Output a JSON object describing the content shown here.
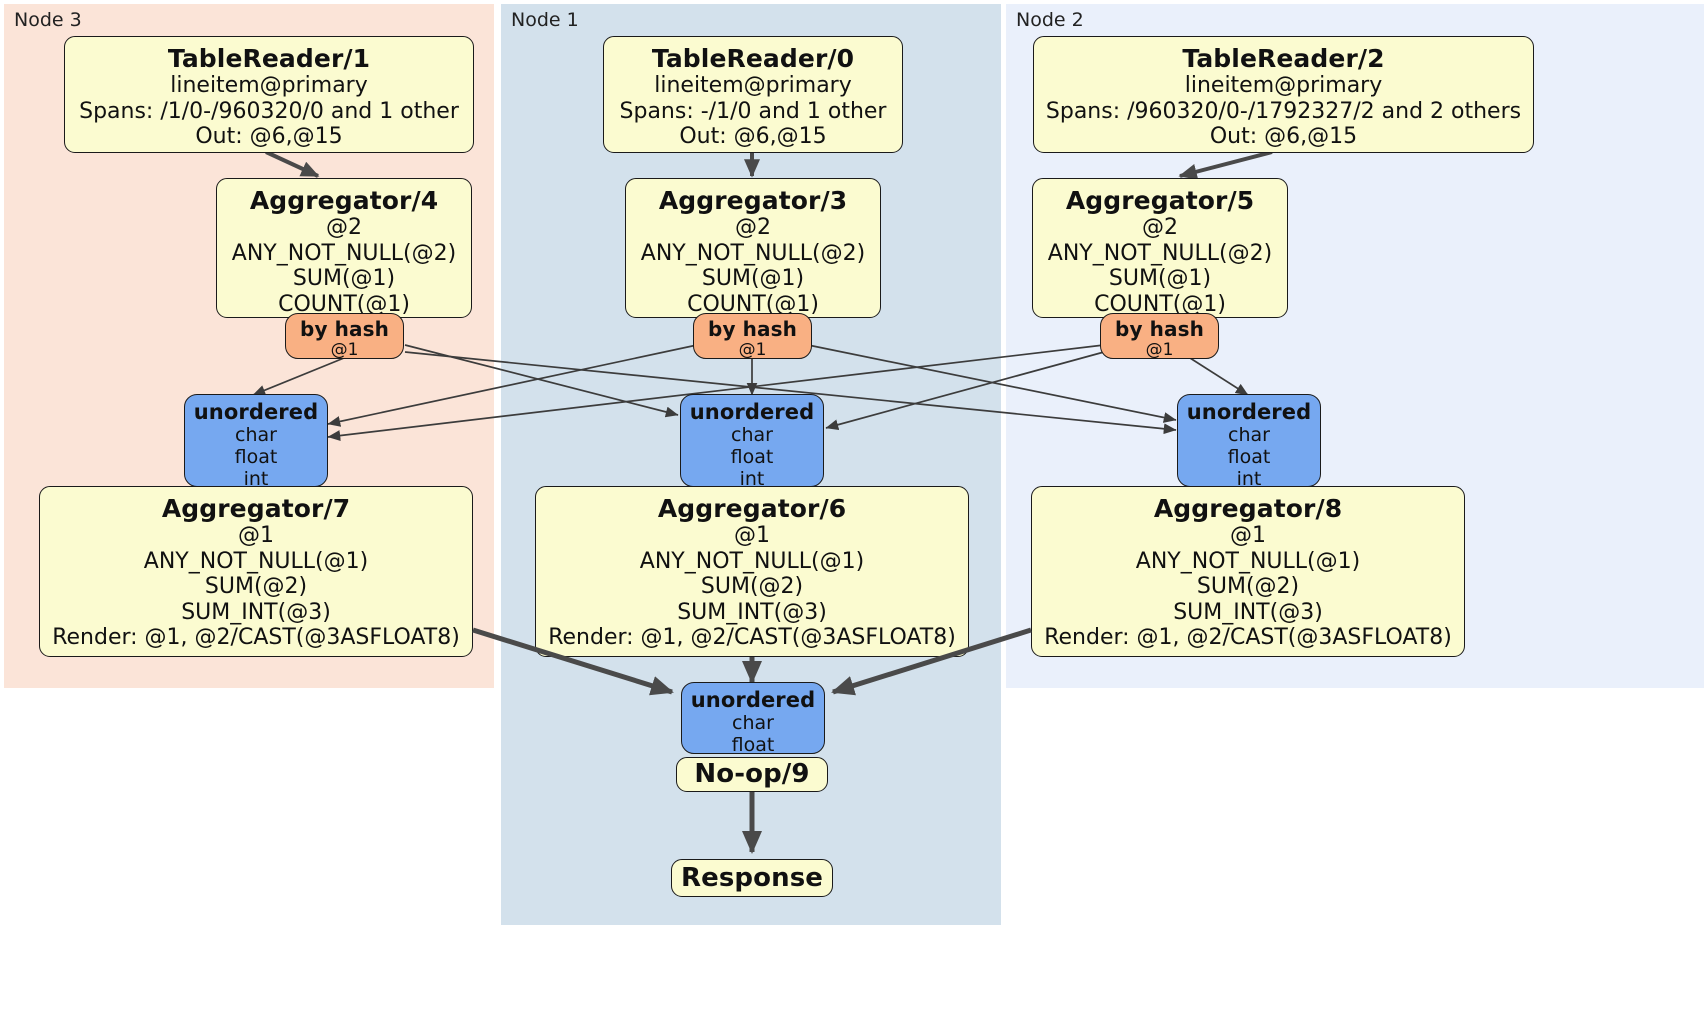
{
  "diagram": {
    "title": "Distributed query execution plan",
    "colors": {
      "node3_panel": "#fbe4d8",
      "node1_panel": "#d3e1ec",
      "node2_panel": "#eaf0fb",
      "processor_box": "#fbfbd0",
      "router_box": "#f9b083",
      "receiver_box": "#76a8f0",
      "edge": "#4a4a4a",
      "border": "#1a1a1a"
    }
  },
  "panels": [
    {
      "id": "node3",
      "label": "Node 3"
    },
    {
      "id": "node1",
      "label": "Node 1"
    },
    {
      "id": "node2",
      "label": "Node 2"
    }
  ],
  "processors": {
    "tablereader_1": {
      "title": "TableReader/1",
      "lines": [
        "lineitem@primary",
        "Spans: /1/0-/960320/0 and 1 other",
        "Out: @6,@15"
      ]
    },
    "tablereader_0": {
      "title": "TableReader/0",
      "lines": [
        "lineitem@primary",
        "Spans: -/1/0 and 1 other",
        "Out: @6,@15"
      ]
    },
    "tablereader_2": {
      "title": "TableReader/2",
      "lines": [
        "lineitem@primary",
        "Spans: /960320/0-/1792327/2 and 2 others",
        "Out: @6,@15"
      ]
    },
    "aggregator_4": {
      "title": "Aggregator/4",
      "lines": [
        "@2",
        "ANY_NOT_NULL(@2)",
        "SUM(@1)",
        "COUNT(@1)"
      ]
    },
    "aggregator_3": {
      "title": "Aggregator/3",
      "lines": [
        "@2",
        "ANY_NOT_NULL(@2)",
        "SUM(@1)",
        "COUNT(@1)"
      ]
    },
    "aggregator_5": {
      "title": "Aggregator/5",
      "lines": [
        "@2",
        "ANY_NOT_NULL(@2)",
        "SUM(@1)",
        "COUNT(@1)"
      ]
    },
    "aggregator_7": {
      "title": "Aggregator/7",
      "lines": [
        "@1",
        "ANY_NOT_NULL(@1)",
        "SUM(@2)",
        "SUM_INT(@3)",
        "Render: @1, @2/CAST(@3ASFLOAT8)"
      ]
    },
    "aggregator_6": {
      "title": "Aggregator/6",
      "lines": [
        "@1",
        "ANY_NOT_NULL(@1)",
        "SUM(@2)",
        "SUM_INT(@3)",
        "Render: @1, @2/CAST(@3ASFLOAT8)"
      ]
    },
    "aggregator_8": {
      "title": "Aggregator/8",
      "lines": [
        "@1",
        "ANY_NOT_NULL(@1)",
        "SUM(@2)",
        "SUM_INT(@3)",
        "Render: @1, @2/CAST(@3ASFLOAT8)"
      ]
    },
    "noop_9": {
      "title": "No-op/9",
      "lines": []
    },
    "response": {
      "title": "Response",
      "lines": []
    }
  },
  "routers": {
    "by_hash_left": {
      "title": "by hash",
      "lines": [
        "@1"
      ]
    },
    "by_hash_center": {
      "title": "by hash",
      "lines": [
        "@1"
      ]
    },
    "by_hash_right": {
      "title": "by hash",
      "lines": [
        "@1"
      ]
    }
  },
  "receivers": {
    "unordered_left": {
      "title": "unordered",
      "lines": [
        "char",
        "float",
        "int"
      ]
    },
    "unordered_center": {
      "title": "unordered",
      "lines": [
        "char",
        "float",
        "int"
      ]
    },
    "unordered_right": {
      "title": "unordered",
      "lines": [
        "char",
        "float",
        "int"
      ]
    },
    "unordered_final": {
      "title": "unordered",
      "lines": [
        "char",
        "float"
      ]
    }
  }
}
